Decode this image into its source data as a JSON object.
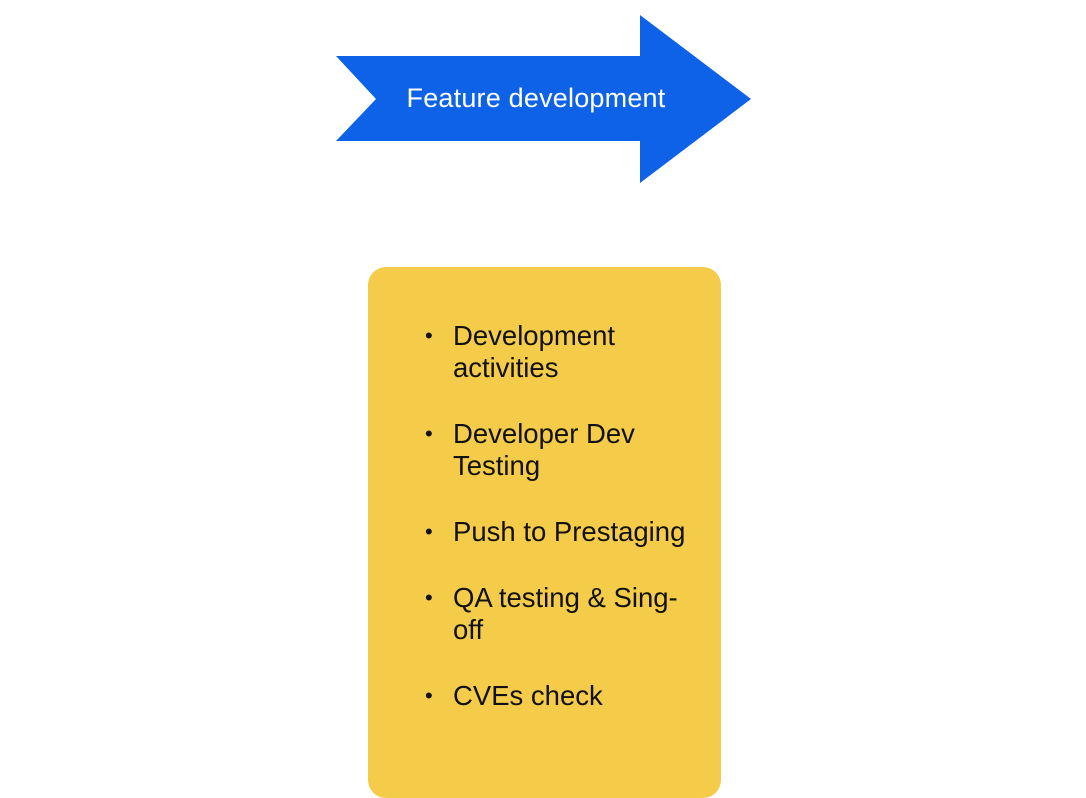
{
  "colors": {
    "arrow_fill": "#0e62e8",
    "arrow_text": "#ffffff",
    "card_fill": "#f5cb4a",
    "card_text": "#111111"
  },
  "stage": {
    "label": "Feature development"
  },
  "tasks": [
    {
      "label": "Development activities"
    },
    {
      "label": "Developer Dev Testing"
    },
    {
      "label": "Push to Prestaging"
    },
    {
      "label": "QA testing & Sing-off"
    },
    {
      "label": "CVEs check"
    }
  ]
}
